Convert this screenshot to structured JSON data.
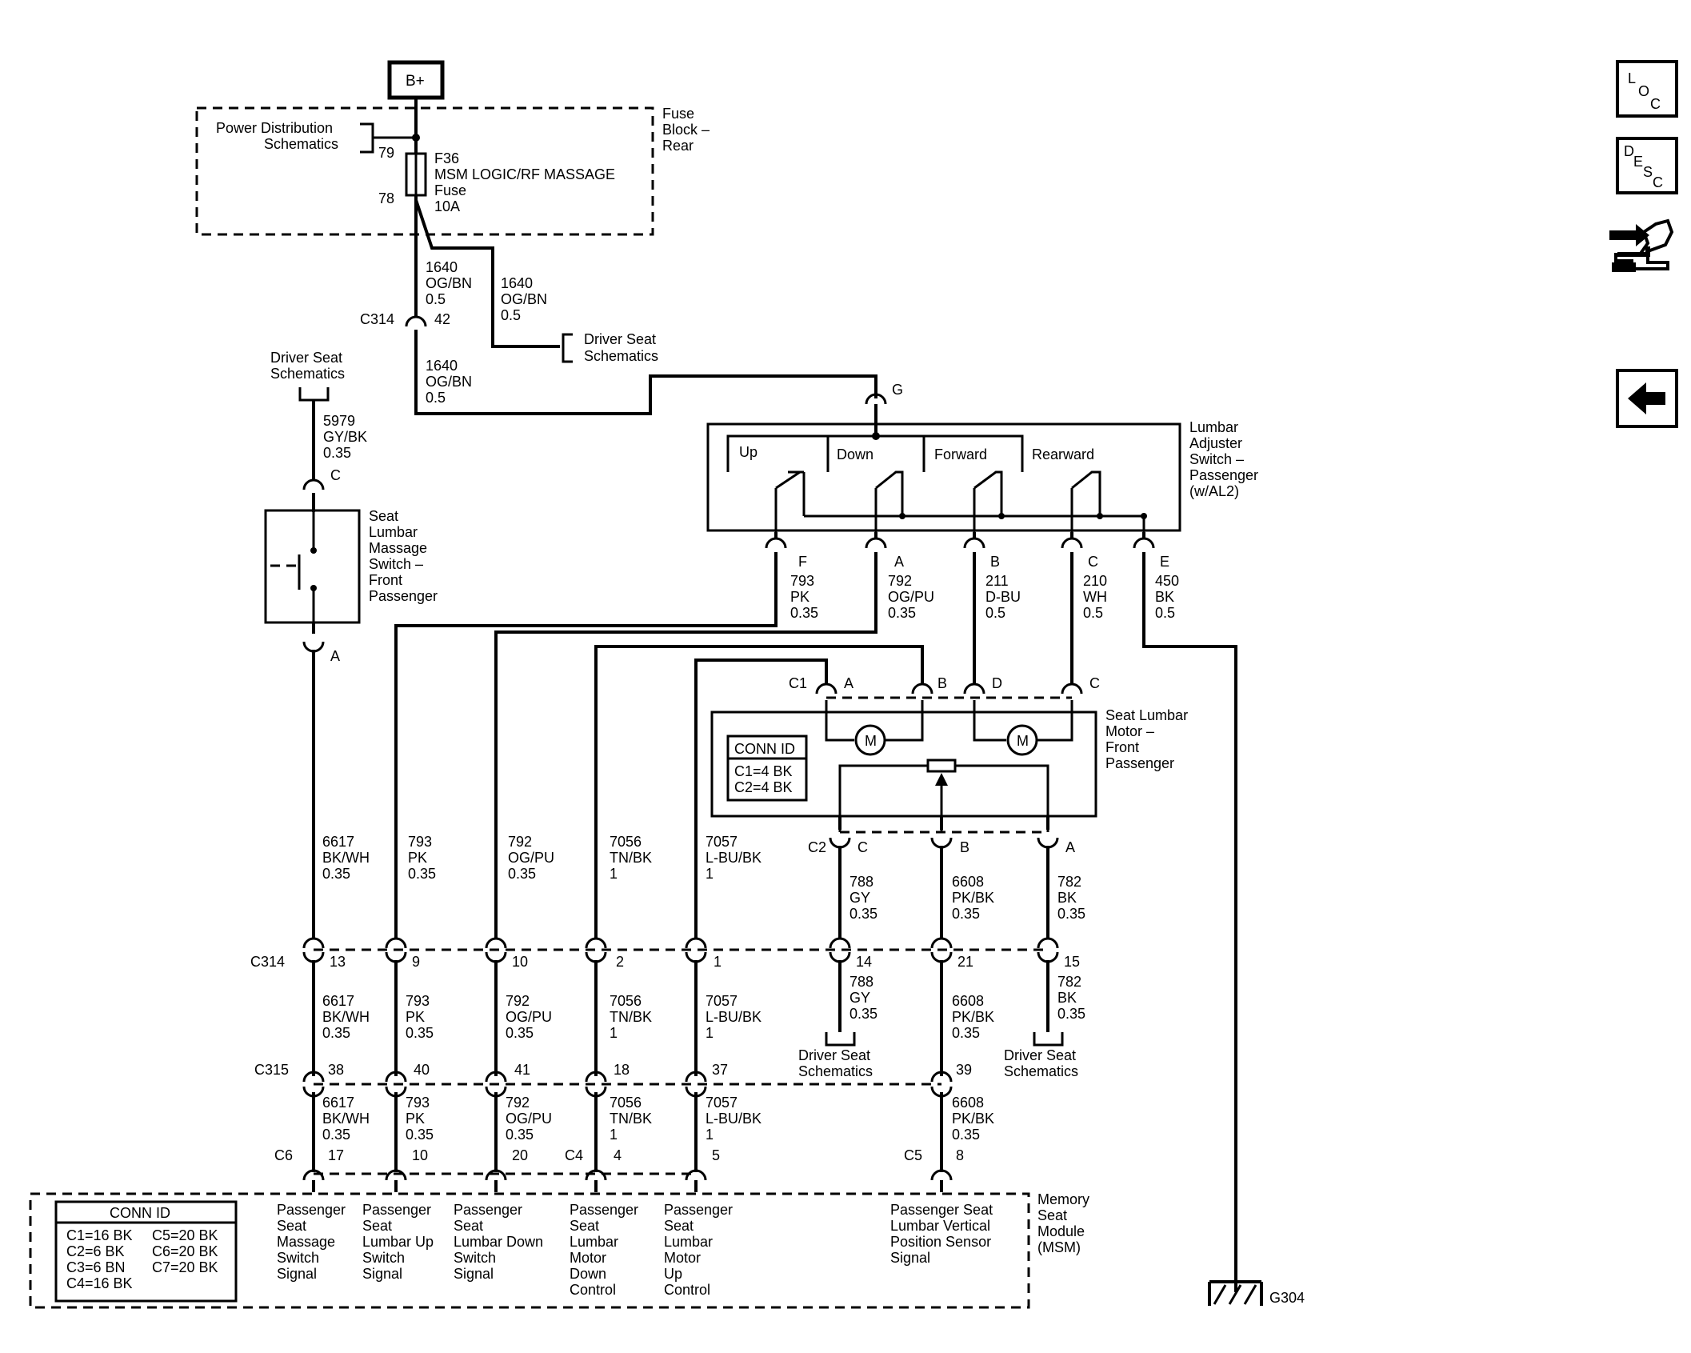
{
  "power": {
    "bplus": "B+",
    "pd_line1": "Power Distribution",
    "pd_line2": "Schematics",
    "pin_top": "79",
    "pin_bot": "78",
    "fuse_line1": "F36",
    "fuse_line2": "MSM LOGIC/RF MASSAGE",
    "fuse_line3": "Fuse",
    "fuse_line4": "10A",
    "fb_line1": "Fuse",
    "fb_line2": "Block –",
    "fb_line3": "Rear"
  },
  "wire_1640a": {
    "num": "1640",
    "color": "OG/BN",
    "gauge": "0.5"
  },
  "wire_1640b": {
    "num": "1640",
    "color": "OG/BN",
    "gauge": "0.5"
  },
  "wire_1640c": {
    "num": "1640",
    "color": "OG/BN",
    "gauge": "0.5"
  },
  "c314_top": {
    "name": "C314",
    "pin": "42"
  },
  "driver_seat_ref": {
    "line1": "Driver Seat",
    "line2": "Schematics"
  },
  "driver_seat_ref2": {
    "line1": "Driver Seat",
    "line2": "Schematics"
  },
  "g_label": "G",
  "lumbar_switch": {
    "title1": "Lumbar",
    "title2": "Adjuster",
    "title3": "Switch –",
    "title4": "Passenger",
    "title5": "(w/AL2)",
    "up": "Up",
    "down": "Down",
    "forward": "Forward",
    "rearward": "Rearward"
  },
  "switch_pins": [
    {
      "pin": "F",
      "num": "793",
      "color": "PK",
      "gauge": "0.35"
    },
    {
      "pin": "A",
      "num": "792",
      "color": "OG/PU",
      "gauge": "0.35"
    },
    {
      "pin": "B",
      "num": "211",
      "color": "D-BU",
      "gauge": "0.5"
    },
    {
      "pin": "C",
      "num": "210",
      "color": "WH",
      "gauge": "0.5"
    },
    {
      "pin": "E",
      "num": "450",
      "color": "BK",
      "gauge": "0.5"
    }
  ],
  "massage_switch": {
    "pin_top": "C",
    "pin_bot": "A",
    "wire_num": "5979",
    "wire_color": "GY/BK",
    "wire_gauge": "0.35",
    "line1": "Seat",
    "line2": "Lumbar",
    "line3": "Massage",
    "line4": "Switch –",
    "line5": "Front",
    "line6": "Passenger"
  },
  "motor": {
    "c1": "C1",
    "c1_pins": [
      "A",
      "B",
      "D",
      "C"
    ],
    "c2": "C2",
    "c2_pins": [
      "C",
      "B",
      "A"
    ],
    "line1": "Seat Lumbar",
    "line2": "Motor –",
    "line3": "Front",
    "line4": "Passenger",
    "m": "M",
    "conn_title": "CONN ID",
    "conn_l1": "C1=4 BK",
    "conn_l2": "C2=4 BK"
  },
  "mid_wires": [
    {
      "num": "6617",
      "color": "BK/WH",
      "gauge": "0.35"
    },
    {
      "num": "793",
      "color": "PK",
      "gauge": "0.35"
    },
    {
      "num": "792",
      "color": "OG/PU",
      "gauge": "0.35"
    },
    {
      "num": "7056",
      "color": "TN/BK",
      "gauge": "1"
    },
    {
      "num": "7057",
      "color": "L-BU/BK",
      "gauge": "1"
    },
    {
      "num": "788",
      "color": "GY",
      "gauge": "0.35"
    },
    {
      "num": "6608",
      "color": "PK/BK",
      "gauge": "0.35"
    },
    {
      "num": "782",
      "color": "BK",
      "gauge": "0.35"
    }
  ],
  "c314": {
    "name": "C314",
    "pins": [
      "13",
      "9",
      "10",
      "2",
      "1",
      "14",
      "21",
      "15"
    ]
  },
  "c315": {
    "name": "C315",
    "pins": [
      "38",
      "40",
      "41",
      "18",
      "37",
      "39"
    ]
  },
  "msm_conn": {
    "c6": "C6",
    "c4": "C4",
    "c5": "C5",
    "pins": [
      "17",
      "10",
      "20",
      "4",
      "5",
      "8"
    ]
  },
  "msm": {
    "line1": "Memory",
    "line2": "Seat",
    "line3": "Module",
    "line4": "(MSM)",
    "conn_title": "CONN ID",
    "conn_rows": [
      "C1=16 BK",
      "C2=6 BK",
      "C3=6 BN",
      "C4=16 BK"
    ],
    "conn_rows2": [
      "C5=20 BK",
      "C6=20 BK",
      "C7=20 BK"
    ],
    "signals": [
      [
        "Passenger",
        "Seat",
        "Massage",
        "Switch",
        "Signal"
      ],
      [
        "Passenger",
        "Seat",
        "Lumbar Up",
        "Switch",
        "Signal"
      ],
      [
        "Passenger",
        "Seat",
        "Lumbar Down",
        "Switch",
        "Signal"
      ],
      [
        "Passenger",
        "Seat",
        "Lumbar",
        "Motor",
        "Down",
        "Control"
      ],
      [
        "Passenger",
        "Seat",
        "Lumbar",
        "Motor",
        "Up",
        "Control"
      ],
      [
        "Passenger Seat",
        "Lumbar Vertical",
        "Position Sensor",
        "Signal"
      ]
    ]
  },
  "ground": "G304",
  "nav": {
    "loc": [
      "L",
      "O",
      "C"
    ],
    "desc": [
      "D",
      "E",
      "S",
      "C"
    ]
  }
}
